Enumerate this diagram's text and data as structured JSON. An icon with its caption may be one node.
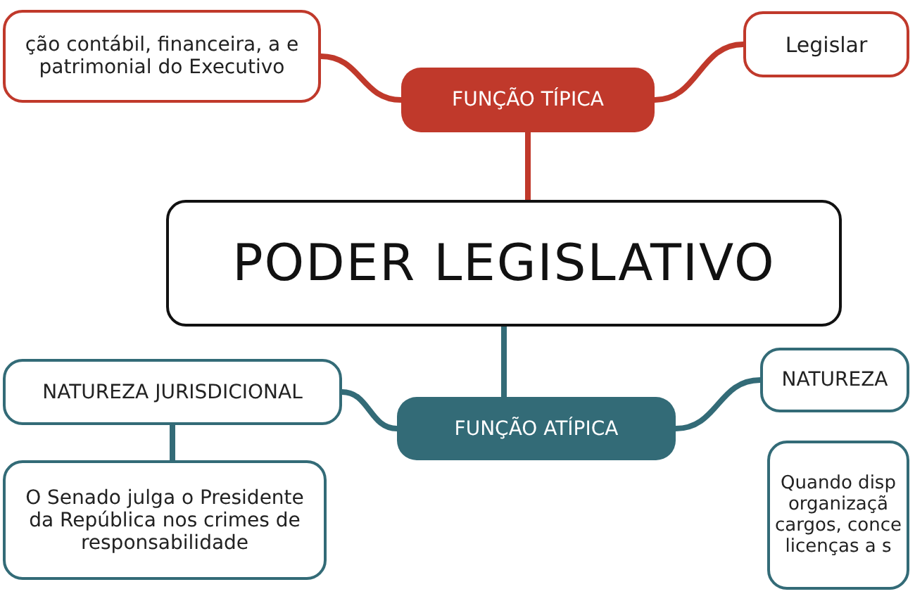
{
  "diagram": {
    "nodes": [
      {
        "text": [
          "PODER LEGISLATIVO"
        ]
      },
      {
        "text": [
          "FUNÇÃO TÍPICA"
        ]
      },
      {
        "text": [
          "ção contábil, financeira, a e patrimonial do Executivo"
        ]
      },
      {
        "text": [
          "Legislar"
        ]
      },
      {
        "text": [
          "FUNÇÃO ATÍPICA"
        ]
      },
      {
        "text": [
          "NATUREZA JURISDICIONAL"
        ]
      },
      {
        "text": [
          "O Senado julga o Presidente da República nos crimes de responsabilidade"
        ]
      },
      {
        "text": [
          "NATUREZA"
        ]
      },
      {
        "text": [
          "Quando disp organizaçã cargos, conce licenças a s"
        ]
      }
    ],
    "edges": [
      {
        "from": 1,
        "to": 0,
        "arrow": "none",
        "color": "#c0392b"
      },
      {
        "from": 1,
        "to": 2,
        "arrow": "none",
        "color": "#c0392b"
      },
      {
        "from": 1,
        "to": 3,
        "arrow": "none",
        "color": "#c0392b"
      },
      {
        "from": 0,
        "to": 4,
        "arrow": "none"
      },
      {
        "from": 4,
        "to": 5,
        "arrow": "none"
      },
      {
        "from": 5,
        "to": 6,
        "arrow": "none"
      },
      {
        "from": 4,
        "to": 7,
        "arrow": "none"
      }
    ]
  }
}
